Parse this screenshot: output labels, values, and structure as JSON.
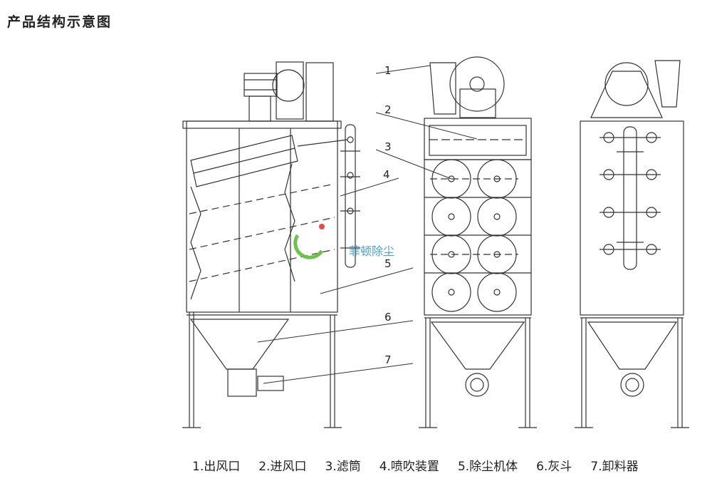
{
  "title": "产品结构示意图",
  "callouts": [
    "1",
    "2",
    "3",
    "4",
    "5",
    "6",
    "7"
  ],
  "legend": [
    "1.出风口",
    "2.进风口",
    "3.滤筒",
    "4.喷吹装置",
    "5.除尘机体",
    "6.灰斗",
    "7.卸料器"
  ],
  "watermark": {
    "text": "菲顿除尘",
    "colors": {
      "green": "#6cc24a",
      "blue": "#4aa0d8",
      "red": "#e84a4a"
    }
  }
}
